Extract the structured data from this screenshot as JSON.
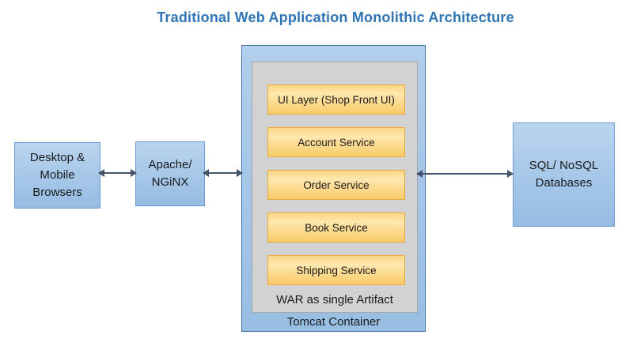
{
  "title": "Traditional Web Application Monolithic Architecture",
  "nodes": {
    "browsers": {
      "lines": [
        "Desktop &",
        "Mobile",
        "Browsers"
      ]
    },
    "apache": {
      "lines": [
        "Apache/",
        "NGiNX"
      ]
    },
    "sql": {
      "lines": [
        "SQL/ NoSQL",
        "Databases"
      ]
    }
  },
  "tomcat": {
    "label": "Tomcat Container",
    "war": {
      "label": "WAR as single Artifact",
      "services": [
        "UI Layer (Shop Front UI)",
        "Account Service",
        "Order Service",
        "Book Service",
        "Shipping Service"
      ]
    }
  },
  "colors": {
    "title": "#2E75B6",
    "node_fill": "#A9C9E9",
    "node_border": "#6B9BD2",
    "container_border": "#41719C",
    "war_fill": "#D2D2D2",
    "war_border": "#A6A6A6",
    "service_fill": "#FFE7AE",
    "service_border": "#E9A93D",
    "arrow": "#44546A"
  }
}
